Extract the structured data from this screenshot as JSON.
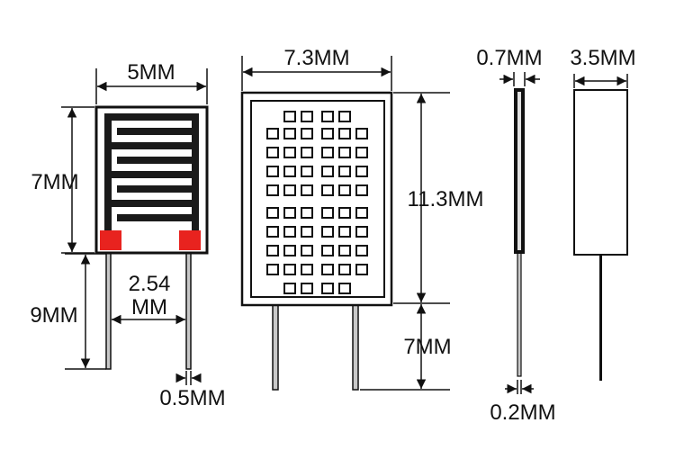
{
  "colors": {
    "line": "#111111",
    "component_fill": "#ffffff",
    "electrode": "#1a1a1a",
    "pad": "#e8231f",
    "lead": "#c8c8c8"
  },
  "sensor_front": {
    "width_label": "5MM",
    "height_label": "7MM",
    "lead_length_label": "9MM",
    "pitch_label_line1": "2.54",
    "pitch_label_line2": "MM",
    "lead_width_label": "0.5MM"
  },
  "sensor_back": {
    "width_label": "7.3MM",
    "height_label": "11.3MM",
    "lead_length_label": "7MM"
  },
  "sensor_side": {
    "body_thickness_label": "0.7MM",
    "lead_thickness_label": "0.2MM",
    "depth_label": "3.5MM"
  }
}
